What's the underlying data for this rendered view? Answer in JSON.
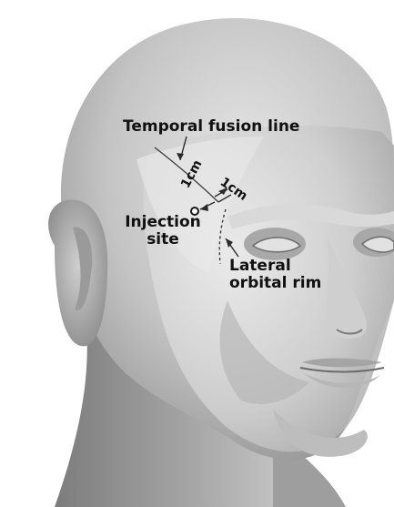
{
  "labels": {
    "temporal_fusion_line": "Temporal fusion line",
    "injection_site_line1": "Injection",
    "injection_site_line2": "site",
    "lateral_orbital_rim_line1": "Lateral",
    "lateral_orbital_rim_line2": "orbital rim",
    "distance_a": "1cm",
    "distance_b": "1cm"
  },
  "colors": {
    "skin_light": "#e2e2e2",
    "skin_mid": "#b9b9b9",
    "skin_dark": "#8a8a8a",
    "text": "#111111"
  }
}
